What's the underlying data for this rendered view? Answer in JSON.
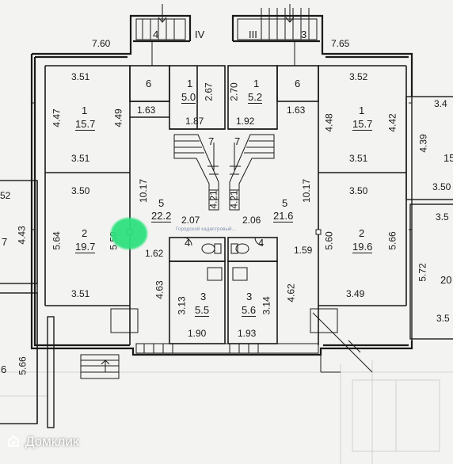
{
  "plan": {
    "overall_dims": {
      "top_left": "7.60",
      "top_right": "7.65"
    },
    "staircase_numbers": {
      "stair_left": "4",
      "stair_left_roman": "IV",
      "stair_right_roman": "III",
      "stair_right": "3"
    },
    "rooms": {
      "r1_left": {
        "num": "1",
        "area": "15.7",
        "dim_top": "3.51",
        "dim_bottom": "3.51",
        "dim_left": "4.47",
        "dim_right": "4.49"
      },
      "r6_left": {
        "num": "6",
        "dim": "1.63"
      },
      "r1_center_left": {
        "num": "1",
        "area": "5.0",
        "dim_v": "2.67",
        "dim_h": "1.87"
      },
      "r1_center_right": {
        "num": "1",
        "area": "5.2",
        "dim_v": "2.70",
        "dim_h": "1.92"
      },
      "r6_right": {
        "num": "6",
        "dim": "1.63"
      },
      "r1_right": {
        "num": "1",
        "area": "15.7",
        "dim_top": "3.52",
        "dim_bottom": "3.51",
        "dim_left": "4.48",
        "dim_right": "4.42"
      },
      "r2_left": {
        "num": "2",
        "area": "19.7",
        "dim_top": "3.50",
        "dim_bottom": "3.51",
        "dim_left": "5.64",
        "dim_right": "5.59"
      },
      "r5_left": {
        "num": "5",
        "area": "22.2",
        "dim_v": "10.17",
        "dim_stair": "4.21",
        "dim_h": "2.07",
        "dim_low": "1.62",
        "dim_low_v": "4.63"
      },
      "r5_right": {
        "num": "5",
        "area": "21.6",
        "dim_v": "10.17",
        "dim_stair": "4.21",
        "dim_h": "2.06",
        "dim_low": "1.59",
        "dim_low_v": "4.62"
      },
      "r2_right": {
        "num": "2",
        "area": "19.6",
        "dim_top": "3.50",
        "dim_bottom": "3.49",
        "dim_left": "5.60",
        "dim_right": "5.66"
      },
      "r4_left": {
        "num": "4"
      },
      "r4_right": {
        "num": "4"
      },
      "r3_left": {
        "num": "3",
        "area": "5.5",
        "dim_v": "3.13",
        "dim_h": "1.90"
      },
      "r3_right": {
        "num": "3",
        "area": "5.6",
        "dim_v": "3.14",
        "dim_h": "1.93"
      },
      "stair_left": {
        "num": "7"
      },
      "stair_right": {
        "num": "7"
      }
    },
    "edge_left": {
      "a": "52",
      "b": "4.43",
      "c": "7",
      "d": "5.66",
      "e": "6"
    },
    "edge_right": {
      "a": "3.4",
      "b": "4.39",
      "c": "15",
      "d": "3.50",
      "e": "3.5",
      "f": "5.72",
      "g": "20",
      "h": "3.5"
    },
    "stamp_text": "Городской кадастровый...",
    "marker_color": "#2ee27f",
    "line_color": "#1a1a1a"
  },
  "watermark": {
    "brand": "Домклик",
    "icon": "domclick-logo-icon"
  }
}
